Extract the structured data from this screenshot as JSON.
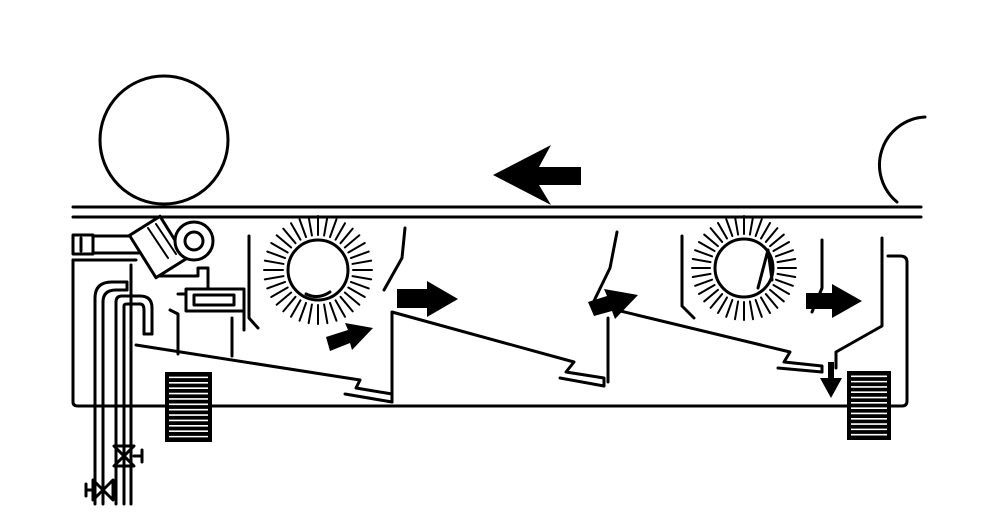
{
  "diagram": {
    "labels": [],
    "colors": {
      "line": "#000000",
      "background": "#ffffff"
    },
    "components": [
      {
        "name": "left-roller"
      },
      {
        "name": "right-roller"
      },
      {
        "name": "conveyor-belt"
      },
      {
        "name": "rotary-brush-1"
      },
      {
        "name": "rotary-brush-2"
      },
      {
        "name": "spray-nozzle-assembly"
      },
      {
        "name": "collection-tank"
      },
      {
        "name": "outlet-grille-left"
      },
      {
        "name": "outlet-grille-right"
      },
      {
        "name": "valve-upper"
      },
      {
        "name": "valve-lower"
      }
    ],
    "flow_arrows": [
      {
        "name": "belt-direction-arrow",
        "direction": "left"
      },
      {
        "name": "flow-arrow-1",
        "direction": "up-right"
      },
      {
        "name": "flow-arrow-2",
        "direction": "right"
      },
      {
        "name": "flow-arrow-3",
        "direction": "up-right"
      },
      {
        "name": "flow-arrow-4",
        "direction": "right"
      },
      {
        "name": "flow-arrow-5",
        "direction": "down"
      }
    ]
  }
}
